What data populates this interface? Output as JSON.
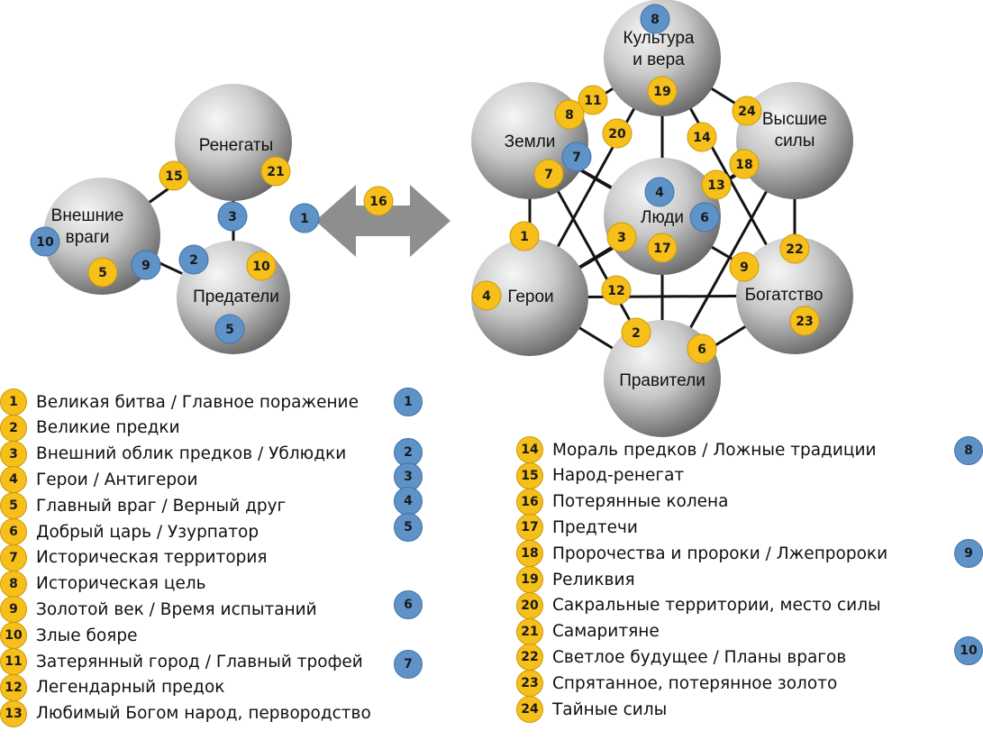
{
  "spheres": [
    {
      "id": "renegades",
      "label_lines": [
        "Ренегаты"
      ]
    },
    {
      "id": "external-enemies",
      "label_lines": [
        "Внешние",
        "враги"
      ]
    },
    {
      "id": "traitors",
      "label_lines": [
        "Предатели"
      ]
    },
    {
      "id": "culture",
      "label_lines": [
        "Культура",
        "и вера"
      ]
    },
    {
      "id": "lands",
      "label_lines": [
        "Земли"
      ]
    },
    {
      "id": "higher-powers",
      "label_lines": [
        "Высшие",
        "силы"
      ]
    },
    {
      "id": "people",
      "label_lines": [
        "Люди"
      ]
    },
    {
      "id": "heroes",
      "label_lines": [
        "Герои"
      ]
    },
    {
      "id": "wealth",
      "label_lines": [
        "Богатство"
      ]
    },
    {
      "id": "rulers",
      "label_lines": [
        "Правители"
      ]
    }
  ],
  "diagram_badges": [
    {
      "color": "yellow",
      "n": "15"
    },
    {
      "color": "yellow",
      "n": "21"
    },
    {
      "color": "blue",
      "n": "3"
    },
    {
      "color": "blue",
      "n": "10"
    },
    {
      "color": "yellow",
      "n": "5"
    },
    {
      "color": "blue",
      "n": "9"
    },
    {
      "color": "blue",
      "n": "2"
    },
    {
      "color": "yellow",
      "n": "10"
    },
    {
      "color": "blue",
      "n": "5"
    },
    {
      "color": "blue",
      "n": "1"
    },
    {
      "color": "yellow",
      "n": "16"
    },
    {
      "color": "blue",
      "n": "8"
    },
    {
      "color": "yellow",
      "n": "19"
    },
    {
      "color": "yellow",
      "n": "11"
    },
    {
      "color": "yellow",
      "n": "8"
    },
    {
      "color": "yellow",
      "n": "20"
    },
    {
      "color": "yellow",
      "n": "24"
    },
    {
      "color": "yellow",
      "n": "14"
    },
    {
      "color": "yellow",
      "n": "18"
    },
    {
      "color": "yellow",
      "n": "13"
    },
    {
      "color": "blue",
      "n": "4"
    },
    {
      "color": "blue",
      "n": "6"
    },
    {
      "color": "yellow",
      "n": "17"
    },
    {
      "color": "yellow",
      "n": "7"
    },
    {
      "color": "blue",
      "n": "7"
    },
    {
      "color": "yellow",
      "n": "1"
    },
    {
      "color": "yellow",
      "n": "3"
    },
    {
      "color": "yellow",
      "n": "22"
    },
    {
      "color": "yellow",
      "n": "4"
    },
    {
      "color": "yellow",
      "n": "12"
    },
    {
      "color": "yellow",
      "n": "9"
    },
    {
      "color": "yellow",
      "n": "2"
    },
    {
      "color": "yellow",
      "n": "6"
    },
    {
      "color": "yellow",
      "n": "23"
    }
  ],
  "legend": [
    {
      "n": "1",
      "text": "Великая битва / Главное поражение"
    },
    {
      "n": "2",
      "text": "Великие предки"
    },
    {
      "n": "3",
      "text": "Внешний облик предков / Ублюдки"
    },
    {
      "n": "4",
      "text": "Герои / Антигерои"
    },
    {
      "n": "5",
      "text": "Главный враг / Верный друг"
    },
    {
      "n": "6",
      "text": "Добрый царь / Узурпатор"
    },
    {
      "n": "7",
      "text": "Историческая территория"
    },
    {
      "n": "8",
      "text": "Историческая цель"
    },
    {
      "n": "9",
      "text": "Золотой век / Время испытаний"
    },
    {
      "n": "10",
      "text": "Злые бояре"
    },
    {
      "n": "11",
      "text": "Затерянный город / Главный трофей"
    },
    {
      "n": "12",
      "text": "Легендарный предок"
    },
    {
      "n": "13",
      "text": "Любимый Богом народ, первородство"
    },
    {
      "n": "14",
      "text": "Мораль предков / Ложные традиции"
    },
    {
      "n": "15",
      "text": "Народ-ренегат"
    },
    {
      "n": "16",
      "text": "Потерянные колена"
    },
    {
      "n": "17",
      "text": "Предтечи"
    },
    {
      "n": "18",
      "text": "Пророчества и пророки / Лжепророки"
    },
    {
      "n": "19",
      "text": "Реликвия"
    },
    {
      "n": "20",
      "text": "Сакральные территории, место силы"
    },
    {
      "n": "21",
      "text": "Самаритяне"
    },
    {
      "n": "22",
      "text": "Светлое будущее / Планы врагов"
    },
    {
      "n": "23",
      "text": "Спрятанное, потерянное золото"
    },
    {
      "n": "24",
      "text": "Тайные силы"
    }
  ],
  "blue_legend": [
    "1",
    "2",
    "3",
    "4",
    "5",
    "6",
    "7",
    "8",
    "9",
    "10"
  ],
  "colors": {
    "yellow": "#f6bf1a",
    "blue": "#5f93c8",
    "sphere_light": "#f4f4f4",
    "sphere_dark": "#5e5e5e",
    "arrow": "#8e8e8e"
  }
}
